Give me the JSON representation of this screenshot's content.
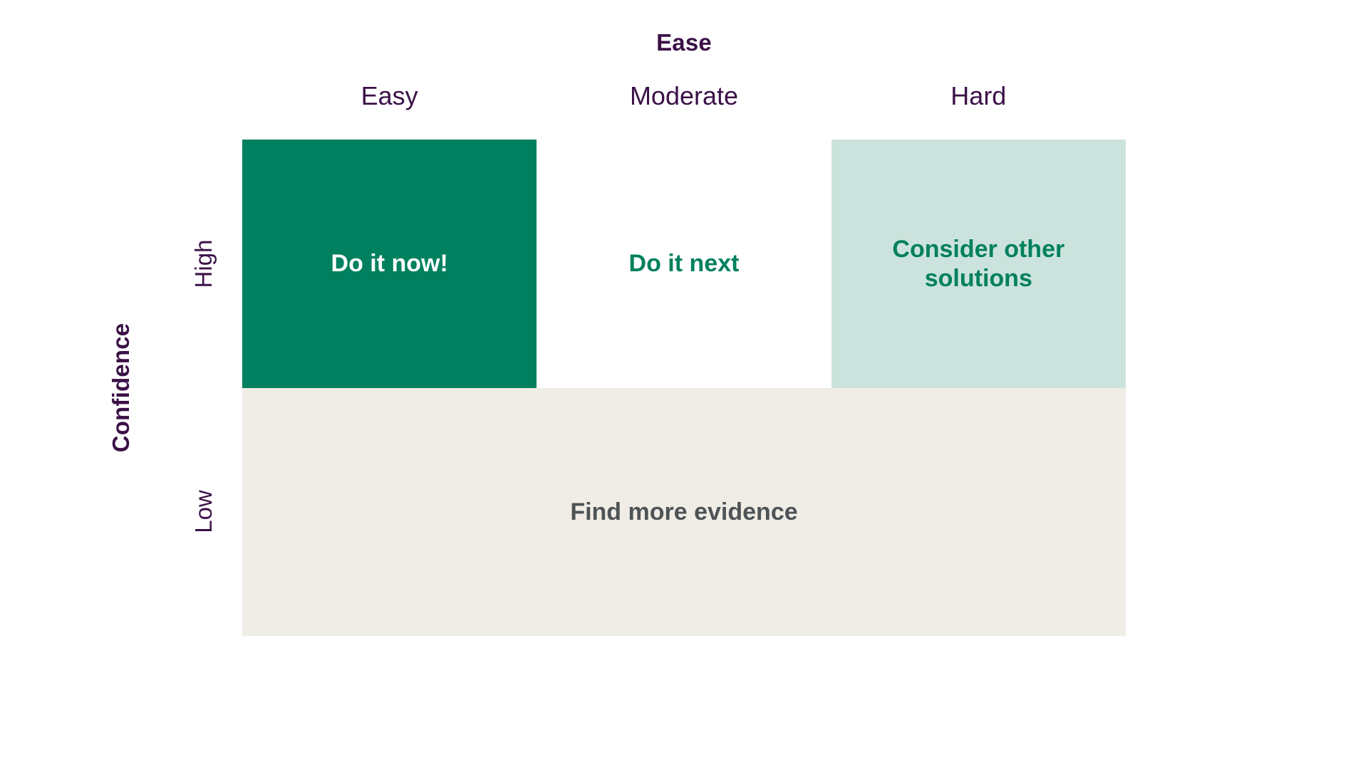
{
  "axes": {
    "x_title": "Ease",
    "y_title": "Confidence",
    "columns": [
      {
        "label": "Easy"
      },
      {
        "label": "Moderate"
      },
      {
        "label": "Hard"
      }
    ],
    "rows": [
      {
        "label": "High"
      },
      {
        "label": "Low"
      }
    ]
  },
  "colors": {
    "purple": "#3B1147",
    "green": "#00805E",
    "mint": "#CBE3DC",
    "cream": "#EFEDE5",
    "gray": "#4E5356",
    "white": "#FFFFFF"
  },
  "chart_data": {
    "type": "heatmap",
    "title": "",
    "xlabel": "Ease",
    "ylabel": "Confidence",
    "x_categories": [
      "Easy",
      "Moderate",
      "Hard"
    ],
    "y_categories": [
      "High",
      "Low"
    ],
    "legend": [],
    "grid": false,
    "cells": [
      {
        "row": "High",
        "column": "Easy",
        "label": "Do it now!",
        "fill": "#00805E",
        "text_color": "#FFFFFF",
        "priority": 1
      },
      {
        "row": "High",
        "column": "Moderate",
        "label": "Do it next",
        "fill": "#FFFFFF",
        "text_color": "#00805E",
        "priority": 2
      },
      {
        "row": "High",
        "column": "Hard",
        "label": "Consider other\nsolutions",
        "fill": "#CBE3DC",
        "text_color": "#00805E",
        "priority": 3
      },
      {
        "row": "Low",
        "column": "Easy, Moderate, Hard",
        "label": "Find more evidence",
        "fill": "#EFEDE5",
        "text_color": "#4E5356",
        "priority": 4,
        "spans_columns": 3
      }
    ]
  }
}
